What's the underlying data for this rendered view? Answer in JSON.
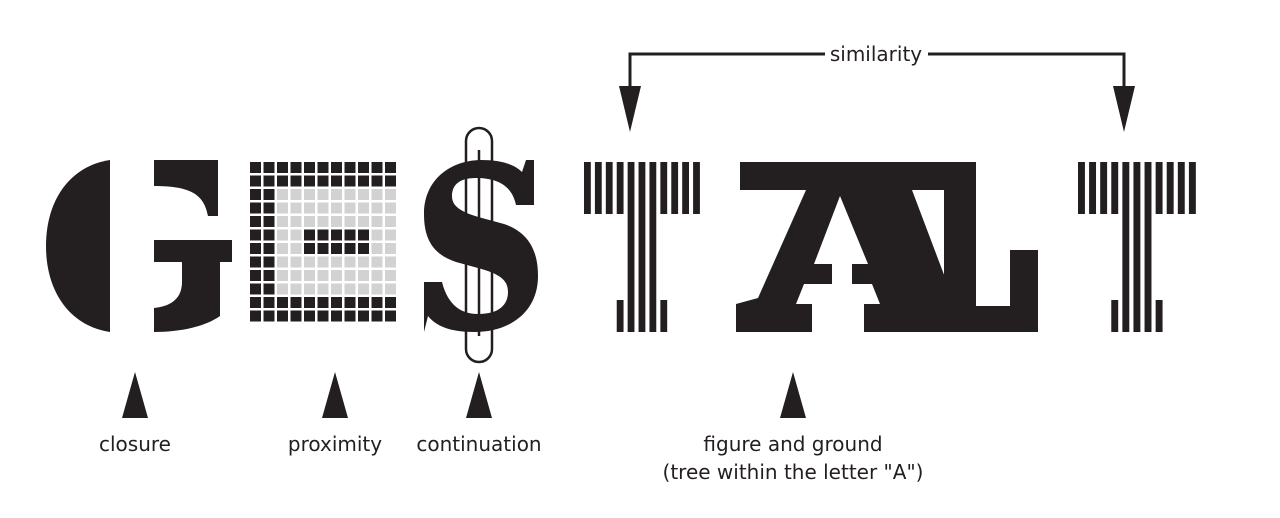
{
  "similarity_label": "similarity",
  "labels": {
    "closure": "closure",
    "proximity": "proximity",
    "continuation": "continuation",
    "figure_ground_line1": "figure and ground",
    "figure_ground_line2": "(tree within the letter \"A\")"
  },
  "colors": {
    "ink": "#231f20",
    "light_grid": "#d2d2d2",
    "background": "#ffffff"
  }
}
